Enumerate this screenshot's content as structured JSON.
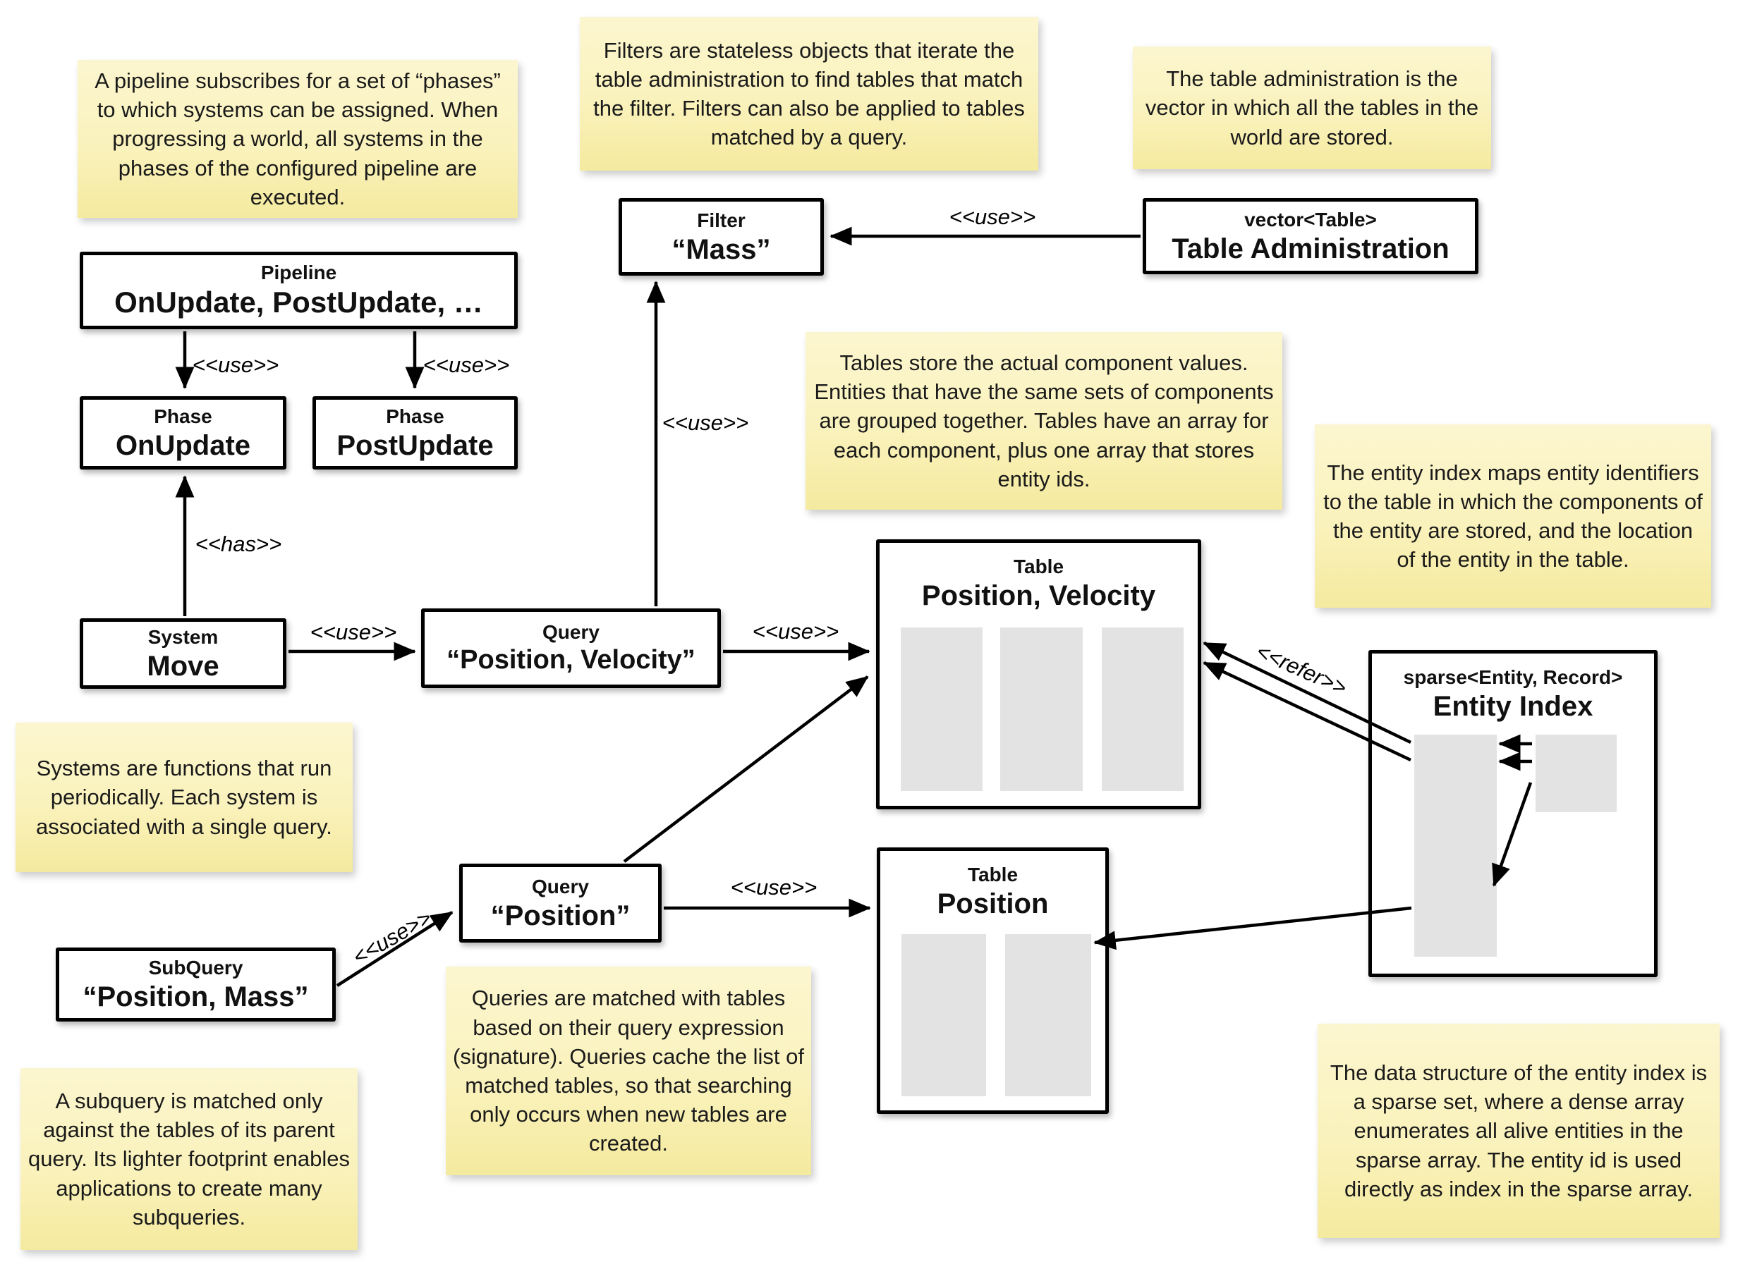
{
  "diagram": {
    "notes": {
      "pipeline": "A pipeline subscribes for a set of “phases” to which systems can be assigned. When progressing a world, all systems in the phases of the configured pipeline are executed.",
      "filters": "Filters are stateless objects that iterate the table administration to find tables that match the filter. Filters can also be applied to tables matched by a query.",
      "table_administration": "The table administration is the vector in which all the tables in the world are stored.",
      "tables": "Tables store the actual component values. Entities that have the same sets of components are grouped together. Tables have an array for each component, plus one array that stores entity ids.",
      "entity_index": "The entity index maps entity identifiers to the table in which the components of the entity are stored, and the location of the entity in the table.",
      "systems": "Systems are functions that run periodically. Each system is associated with a single query.",
      "queries": "Queries are matched with tables based on their query expression (signature). Queries cache the list of matched tables, so that searching only occurs when new tables are created.",
      "subquery": "A subquery is matched only against the tables of its parent query. Its lighter footprint enables applications to create many subqueries.",
      "sparse_set": "The data structure of the entity index is a sparse set, where a dense array enumerates all alive entities in the sparse array. The entity id is used directly as index in the sparse array."
    },
    "nodes": {
      "pipeline": {
        "stereotype": "Pipeline",
        "name": "OnUpdate, PostUpdate, …"
      },
      "phase_onupdate": {
        "stereotype": "Phase",
        "name": "OnUpdate"
      },
      "phase_postupdate": {
        "stereotype": "Phase",
        "name": "PostUpdate"
      },
      "system_move": {
        "stereotype": "System",
        "name": "Move"
      },
      "query_position_velocity": {
        "stereotype": "Query",
        "name": "“Position, Velocity”"
      },
      "filter_mass": {
        "stereotype": "Filter",
        "name": "“Mass”"
      },
      "table_administration": {
        "stereotype": "vector<Table>",
        "name": "Table Administration"
      },
      "table_position_velocity": {
        "stereotype": "Table",
        "name": "Position, Velocity"
      },
      "table_position": {
        "stereotype": "Table",
        "name": "Position"
      },
      "entity_index": {
        "stereotype": "sparse<Entity, Record>",
        "name": "Entity Index"
      },
      "query_position": {
        "stereotype": "Query",
        "name": "“Position”"
      },
      "subquery_position_mass": {
        "stereotype": "SubQuery",
        "name": "“Position, Mass”"
      }
    },
    "edge_labels": {
      "use": "<<use>>",
      "has": "<<has>>",
      "refer": "<<refer>>"
    },
    "colors": {
      "note_bg": "#FAF2BC",
      "box_bg": "#FFFFFF",
      "box_border": "#000000",
      "array_fill": "#E3E3E3",
      "background": "#FFFFFF",
      "text": "#111111"
    }
  }
}
